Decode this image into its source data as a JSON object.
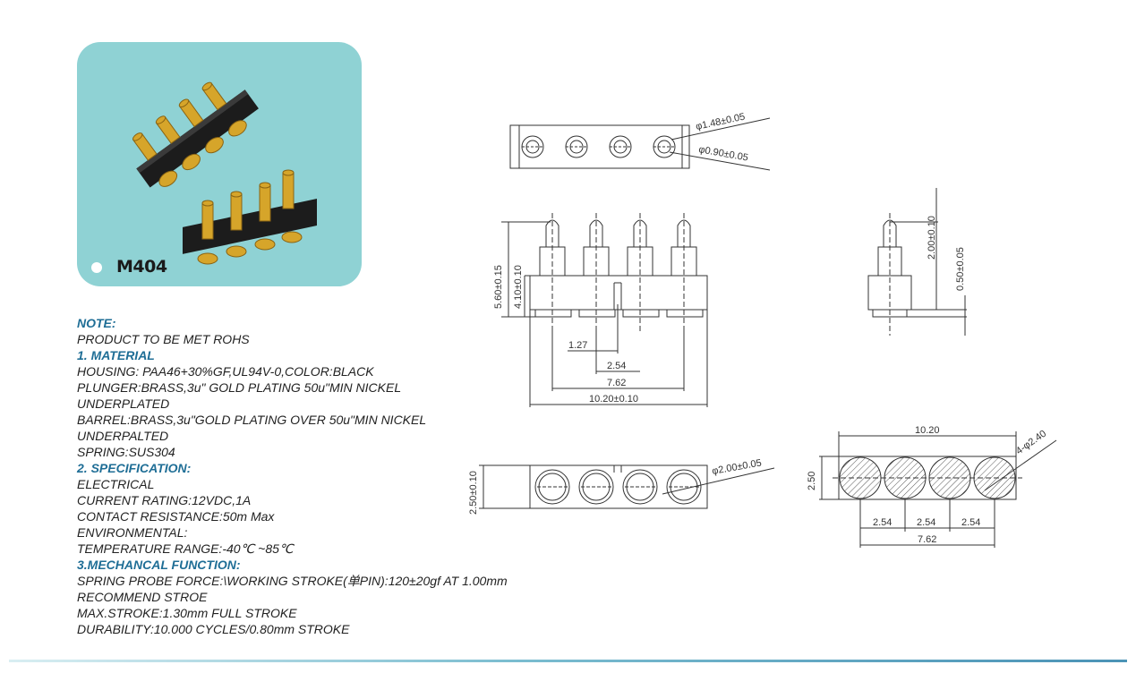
{
  "product": {
    "model": "M404"
  },
  "notes": [
    {
      "text": "NOTE:",
      "heading": true
    },
    {
      "text": "PRODUCT TO BE MET ROHS",
      "heading": false
    },
    {
      "text": "1. MATERIAL",
      "heading": true
    },
    {
      "text": "HOUSING: PAA46+30%GF,UL94V-0,COLOR:BLACK",
      "heading": false
    },
    {
      "text": "PLUNGER:BRASS,3u\" GOLD PLATING 50u\"MIN NICKEL",
      "heading": false
    },
    {
      "text": "UNDERPLATED",
      "heading": false
    },
    {
      "text": "BARREL:BRASS,3u\"GOLD PLATING OVER 50u\"MIN NICKEL",
      "heading": false
    },
    {
      "text": "UNDERPALTED",
      "heading": false
    },
    {
      "text": "SPRING:SUS304",
      "heading": false
    },
    {
      "text": "2. SPECIFICATION:",
      "heading": true
    },
    {
      "text": "ELECTRICAL",
      "heading": false
    },
    {
      "text": "CURRENT RATING:12VDC,1A",
      "heading": false
    },
    {
      "text": "CONTACT RESISTANCE:50m Max",
      "heading": false
    },
    {
      "text": "ENVIRONMENTAL:",
      "heading": false
    },
    {
      "text": "TEMPERATURE RANGE:-40℃ ~85℃",
      "heading": false
    },
    {
      "text": "3.MECHANCAL FUNCTION:",
      "heading": true
    },
    {
      "text": "SPRING PROBE FORCE:\\WORKING STROKE(单PIN):120±20gf AT 1.00mm",
      "heading": false
    },
    {
      "text": "RECOMMEND STROE",
      "heading": false
    },
    {
      "text": "MAX.STROKE:1.30mm FULL STROKE",
      "heading": false
    },
    {
      "text": "DURABILITY:10.000 CYCLES/0.80mm STROKE",
      "heading": false
    }
  ],
  "dimensions": {
    "top_outer_dia": "φ1.48±0.05",
    "top_inner_dia": "φ0.90±0.05",
    "height_total": "5.60±0.15",
    "height_housing": "4.10±0.10",
    "pitch_half": "1.27",
    "pitch": "2.54",
    "span": "7.62",
    "length": "10.20±0.10",
    "side_stroke": "2.00±0.10",
    "side_step": "0.50±0.05",
    "bottom_width": "2.50±0.10",
    "bottom_pad_dia": "φ2.00±0.05",
    "pcb_length": "10.20",
    "pcb_width": "2.50",
    "pcb_hole_dia": "4-φ2.40",
    "pcb_pitch": "2.54",
    "pcb_span": "7.62"
  },
  "colors": {
    "heading": "#1f6e96",
    "card": "#8fd2d4",
    "line": "#333333"
  }
}
